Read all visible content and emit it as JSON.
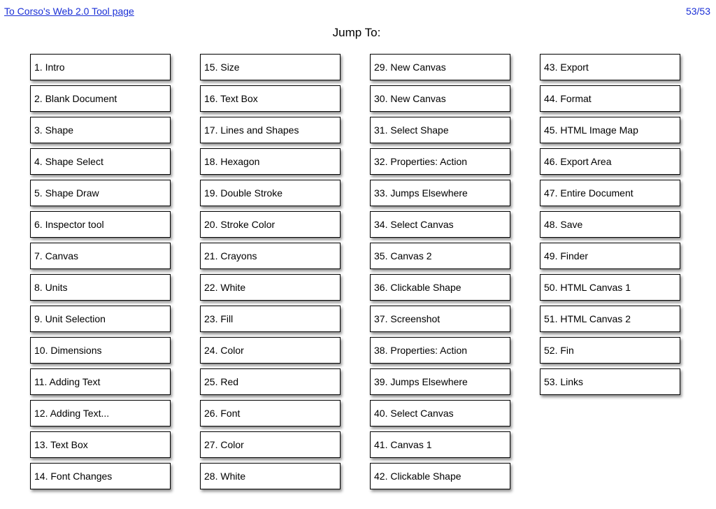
{
  "header": {
    "back_link": "To Corso's Web 2.0 Tool page",
    "page_counter": "53/53",
    "title": "Jump To:"
  },
  "columns": [
    [
      "1. Intro",
      "2. Blank Document",
      "3. Shape",
      "4. Shape Select",
      "5. Shape Draw",
      "6. Inspector tool",
      "7. Canvas",
      "8. Units",
      "9. Unit Selection",
      "10. Dimensions",
      "11. Adding Text",
      "12. Adding Text...",
      "13. Text Box",
      "14. Font Changes"
    ],
    [
      "15. Size",
      "16. Text Box",
      "17. Lines and Shapes",
      "18. Hexagon",
      "19. Double Stroke",
      "20. Stroke Color",
      "21. Crayons",
      "22. White",
      "23. Fill",
      "24. Color",
      "25. Red",
      "26. Font",
      "27. Color",
      "28. White"
    ],
    [
      "29. New Canvas",
      "30. New Canvas",
      "31. Select Shape",
      "32. Properties: Action",
      "33. Jumps Elsewhere",
      "34. Select Canvas",
      "35. Canvas 2",
      "36. Clickable Shape",
      "37. Screenshot",
      "38. Properties: Action",
      "39. Jumps Elsewhere",
      "40. Select Canvas",
      "41. Canvas 1",
      "42. Clickable Shape"
    ],
    [
      "43. Export",
      "44. Format",
      "45. HTML Image Map",
      "46. Export Area",
      "47. Entire Document",
      "48. Save",
      "49. Finder",
      "50. HTML Canvas 1",
      "51. HTML Canvas 2",
      "52. Fin",
      "53. Links"
    ]
  ]
}
